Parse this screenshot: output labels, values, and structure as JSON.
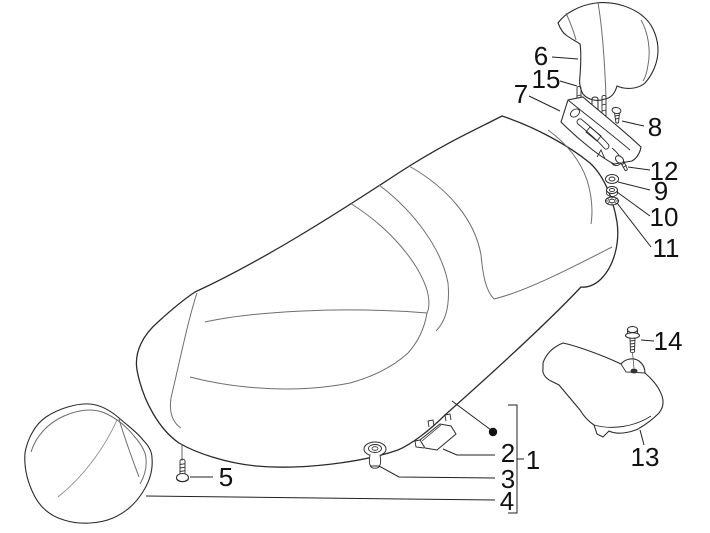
{
  "figure": {
    "type": "exploded-parts-diagram",
    "subject": "scooter-seat-assembly",
    "background_color": "#ffffff",
    "line_color": "#2b2b2b",
    "seam_color": "#6e6e6e",
    "label_color": "#111111",
    "marker": "filled-dot"
  },
  "callouts": {
    "n1": "1",
    "n2": "2",
    "n3": "3",
    "n4": "4",
    "n5": "5",
    "n6": "6",
    "n7": "7",
    "n8": "8",
    "n9": "9",
    "n10": "10",
    "n11": "11",
    "n12": "12",
    "n13": "13",
    "n14": "14",
    "n15": "15"
  }
}
